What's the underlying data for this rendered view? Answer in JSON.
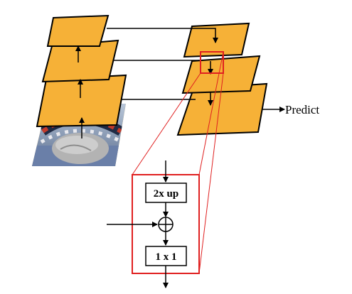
{
  "diagram": {
    "predict_label": "Predict",
    "upsample_label": "2x up",
    "conv_label": "1 x 1",
    "photo": {
      "description_icon": "input-image",
      "colors": {
        "orange_fill": "#f6b137",
        "red_accent": "#e02020",
        "stroke": "#000000"
      }
    }
  }
}
